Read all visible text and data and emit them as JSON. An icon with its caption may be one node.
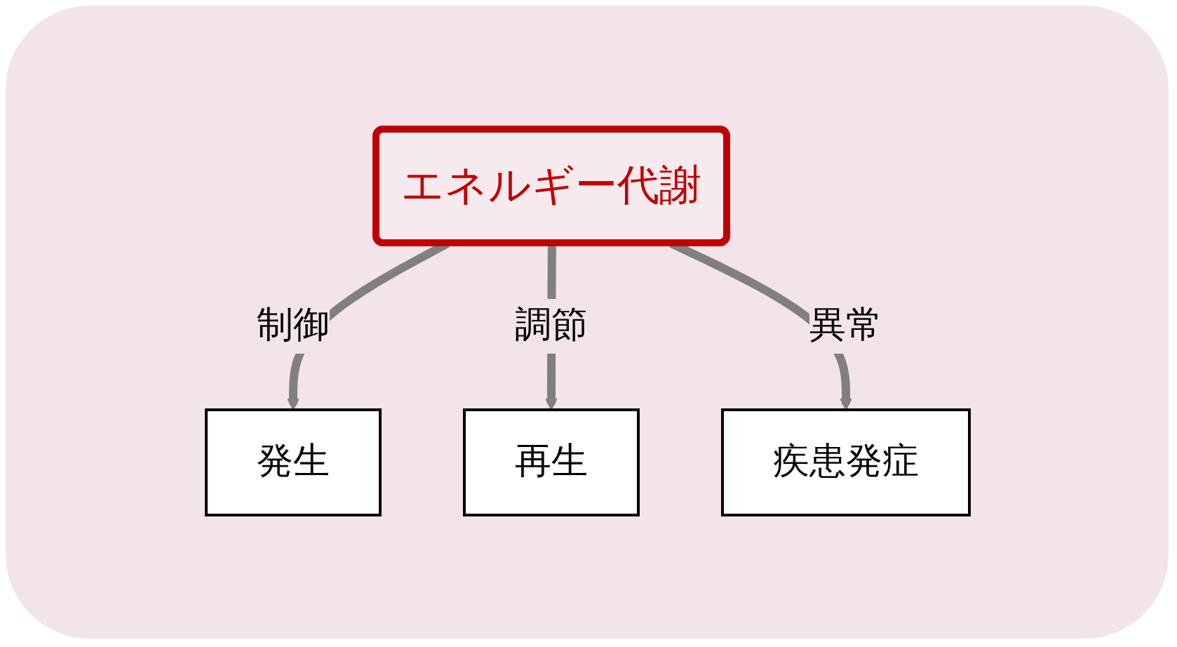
{
  "diagram": {
    "nodes": [
      {
        "text": [
          "発生"
        ]
      },
      {
        "text": [
          "エネルギー代謝"
        ]
      },
      {
        "text": [
          "再生"
        ]
      },
      {
        "text": [
          "疾患発症"
        ]
      }
    ],
    "edges": [
      {
        "from": 1,
        "to": 0,
        "arrow": "to",
        "label": "制御"
      },
      {
        "from": 1,
        "to": 2,
        "arrow": "to",
        "label": "調節"
      },
      {
        "from": 1,
        "to": 3,
        "arrow": "to",
        "label": "異常"
      }
    ]
  }
}
